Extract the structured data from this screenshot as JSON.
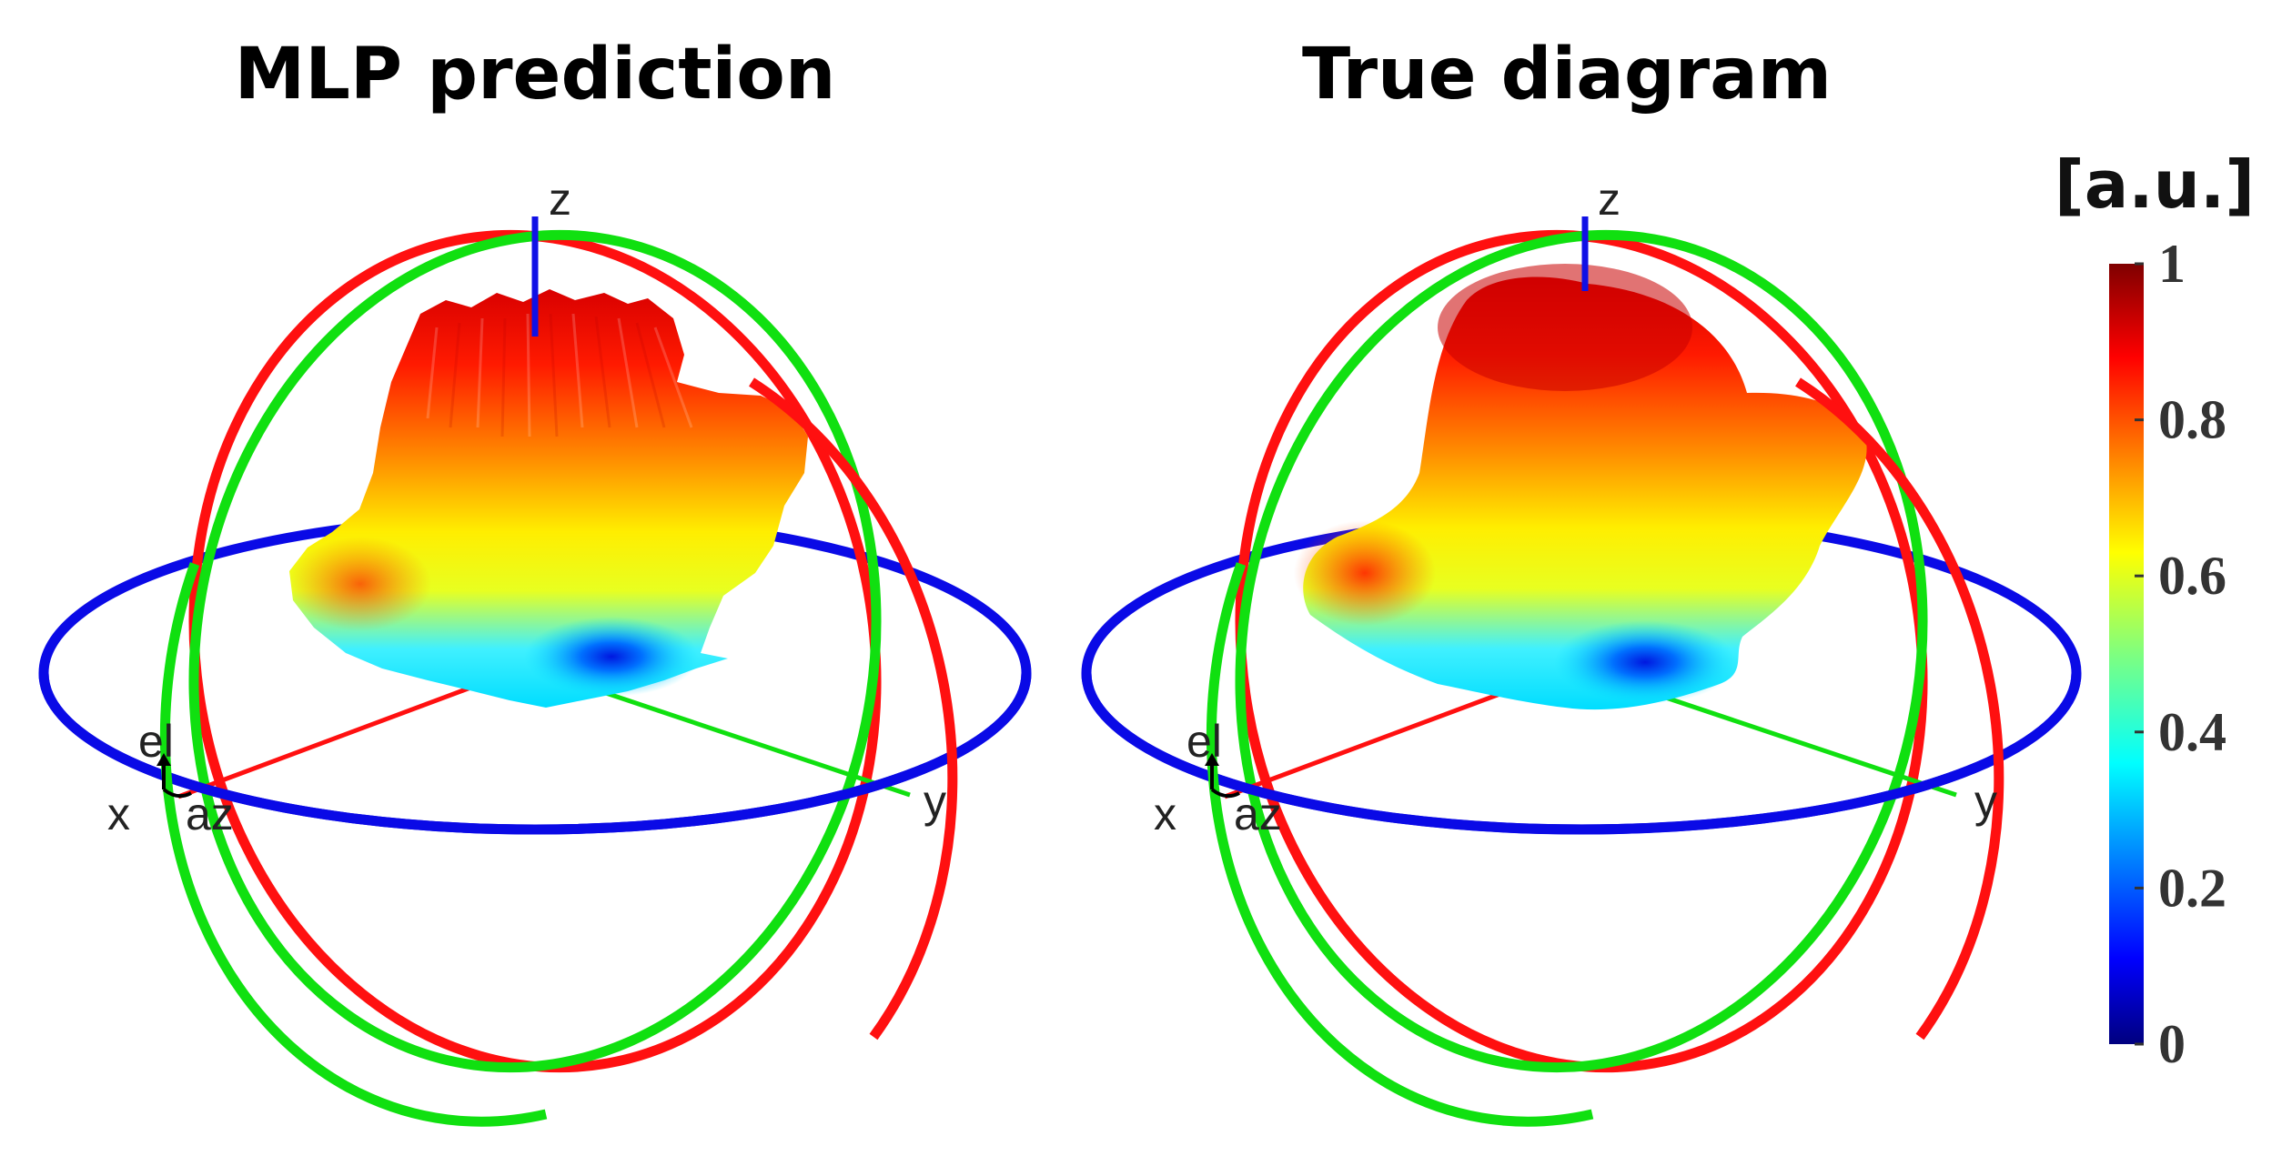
{
  "chart_data": {
    "type": "3d-radiation-pattern",
    "panels": [
      {
        "title": "MLP prediction",
        "axis_labels": {
          "x": "x",
          "y": "y",
          "z": "z",
          "elevation": "el",
          "azimuth": "az"
        },
        "surface": "noisy"
      },
      {
        "title": "True diagram",
        "axis_labels": {
          "x": "x",
          "y": "y",
          "z": "z",
          "elevation": "el",
          "azimuth": "az"
        },
        "surface": "smooth"
      }
    ],
    "colorbar": {
      "unit": "[a.u.]",
      "range": [
        0,
        1
      ],
      "ticks": [
        "0",
        "0.2",
        "0.4",
        "0.6",
        "0.8",
        "1"
      ],
      "colormap": "jet"
    },
    "ring_colors": {
      "x": "#ff0000",
      "y": "#00e000",
      "z": "#0000ff"
    }
  }
}
